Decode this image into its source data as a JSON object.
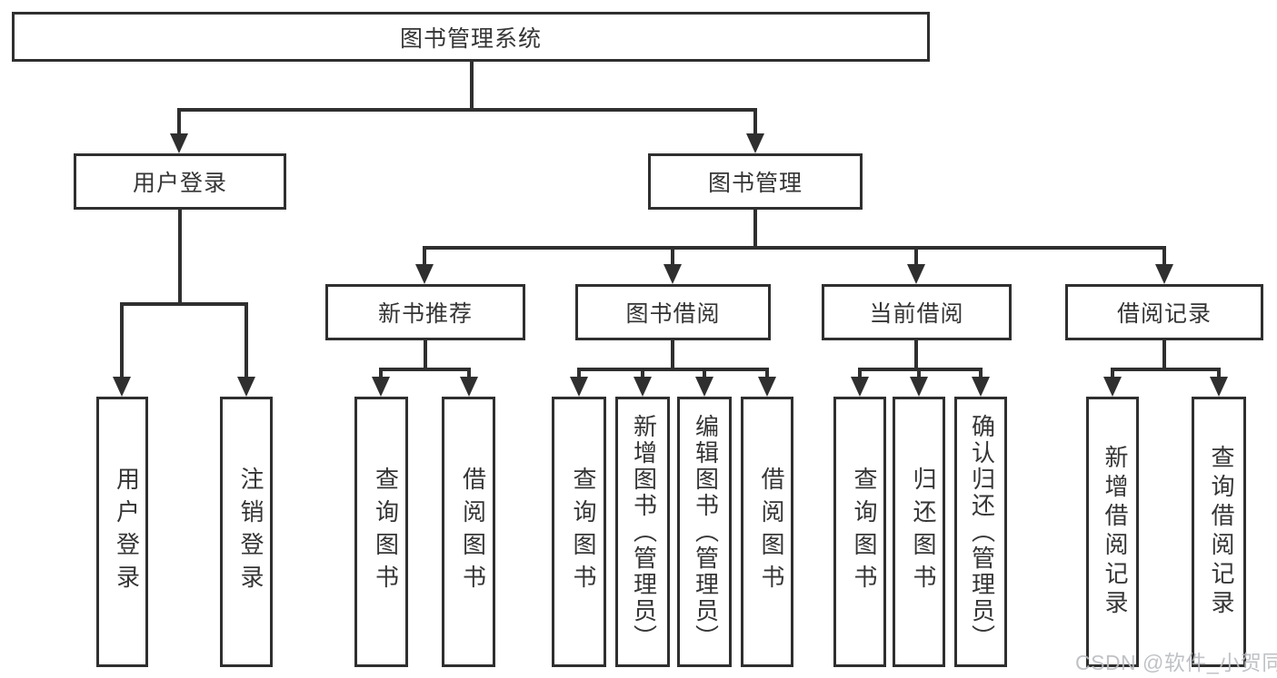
{
  "colors": {
    "line": "#2f2f2f",
    "text": "#353535",
    "box_fill": "#ffffff",
    "background": "#ffffff",
    "watermark": "#b9bcc0"
  },
  "diagram": {
    "root": {
      "label": "图书管理系统"
    },
    "branches": [
      {
        "label": "用户登录",
        "children": [
          {
            "label": "用户登录"
          },
          {
            "label": "注销登录"
          }
        ]
      },
      {
        "label": "图书管理",
        "groups": [
          {
            "label": "新书推荐",
            "children": [
              {
                "label": "查询图书"
              },
              {
                "label": "借阅图书"
              }
            ]
          },
          {
            "label": "图书借阅",
            "children": [
              {
                "label": "查询图书"
              },
              {
                "label": "新增图书（管理员）"
              },
              {
                "label": "编辑图书（管理员）"
              },
              {
                "label": "借阅图书"
              }
            ]
          },
          {
            "label": "当前借阅",
            "children": [
              {
                "label": "查询图书"
              },
              {
                "label": "归还图书"
              },
              {
                "label": "确认归还（管理员）"
              }
            ]
          },
          {
            "label": "借阅记录",
            "children": [
              {
                "label": "新增借阅记录"
              },
              {
                "label": "查询借阅记录"
              }
            ]
          }
        ]
      }
    ]
  },
  "watermark": {
    "text": "CSDN @软件_小贺同学"
  }
}
